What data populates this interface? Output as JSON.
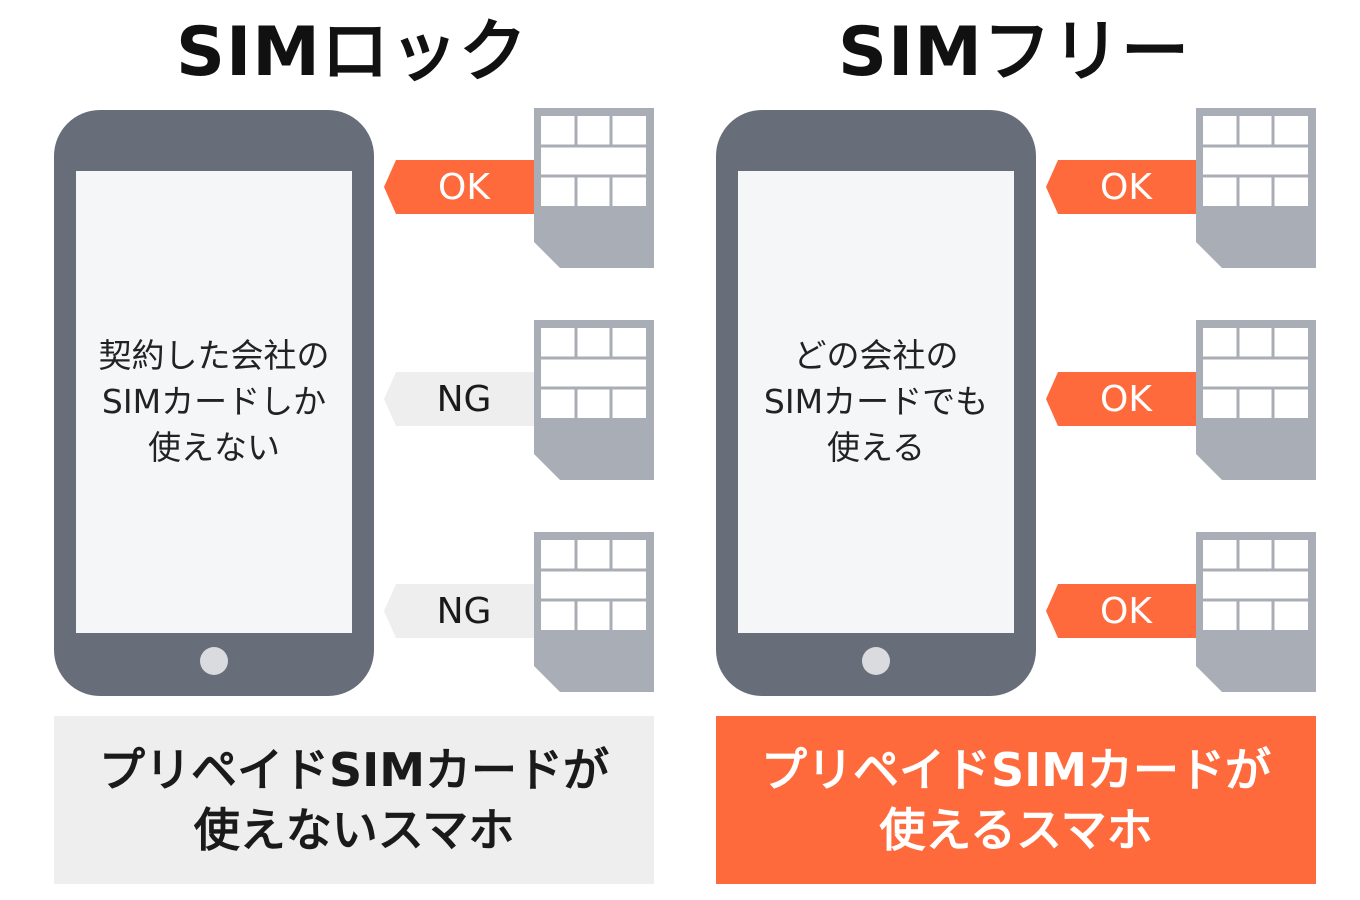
{
  "left": {
    "title": "SIMロック",
    "screen_text": "契約した会社の\nSIMカードしか\n使えない",
    "slots": [
      {
        "label": "OK",
        "status": "ok"
      },
      {
        "label": "NG",
        "status": "ng"
      },
      {
        "label": "NG",
        "status": "ng"
      }
    ],
    "caption": "プリペイドSIMカードが\n使えないスマホ"
  },
  "right": {
    "title": "SIMフリー",
    "screen_text": "どの会社の\nSIMカードでも\n使える",
    "slots": [
      {
        "label": "OK",
        "status": "ok"
      },
      {
        "label": "OK",
        "status": "ok"
      },
      {
        "label": "OK",
        "status": "ok"
      }
    ],
    "caption": "プリペイドSIMカードが\n使えるスマホ"
  },
  "colors": {
    "accent": "#ff6a3d",
    "phone": "#676d79",
    "sim": "#a9adb6",
    "neutral_bg": "#eeeeee"
  },
  "icons": {
    "phone": "smartphone-icon",
    "sim": "sim-card-icon",
    "arrow": "arrow-left-icon"
  }
}
